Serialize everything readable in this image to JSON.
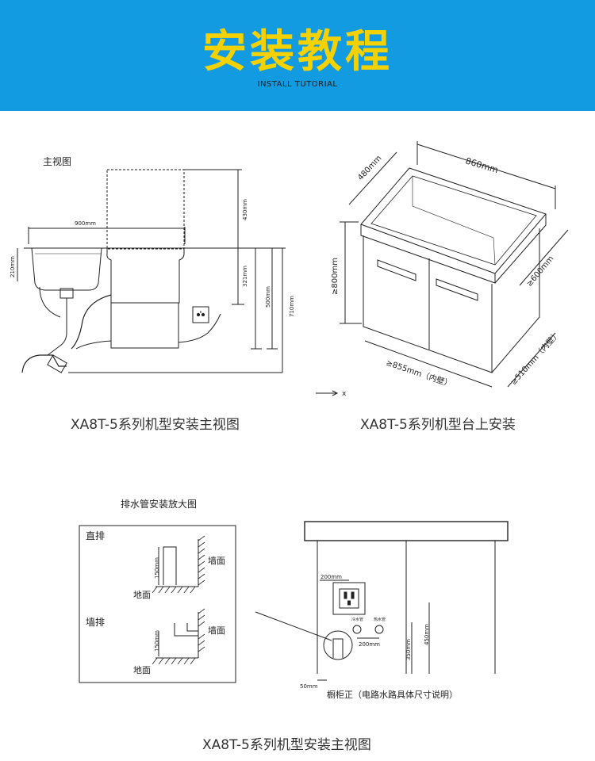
{
  "banner": {
    "title": "安装教程",
    "subtitle": "INSTALL TUTORIAL",
    "background": "#129be0",
    "title_color": "#f5d100"
  },
  "front_view": {
    "label": "主视图",
    "dim_width": "900mm",
    "dim_430": "430mm",
    "dim_210": "210mm",
    "dim_321": "321mm",
    "dim_500": "500mm",
    "dim_710": "710mm",
    "caption": "XA8T-5系列机型安装主视图"
  },
  "countertop": {
    "dim_860": "860mm",
    "dim_480": "480mm",
    "dim_800": "≥800mm",
    "dim_600": "≥600mm",
    "dim_855": "≥855mm（内壁）",
    "dim_510": "≥510mm（内壁）",
    "axis_x": "x",
    "caption": "XA8T-5系列机型台上安装"
  },
  "drain": {
    "title": "排水管安装放大图",
    "direct_label": "直排",
    "wall_drain_label": "墙排",
    "wall_label": "墙面",
    "floor_label": "地面",
    "dim_150": "150mm"
  },
  "cabinet": {
    "dim_200_top": "200mm",
    "dim_200_bottom": "200mm",
    "cold_label": "冷水管",
    "hot_label": "热水管",
    "dim_350": "350mm",
    "dim_450": "450mm",
    "dim_50": "50mm",
    "note": "橱柜正（电路水路具体尺寸说明）"
  },
  "bottom_caption": "XA8T-5系列机型安装主视图"
}
